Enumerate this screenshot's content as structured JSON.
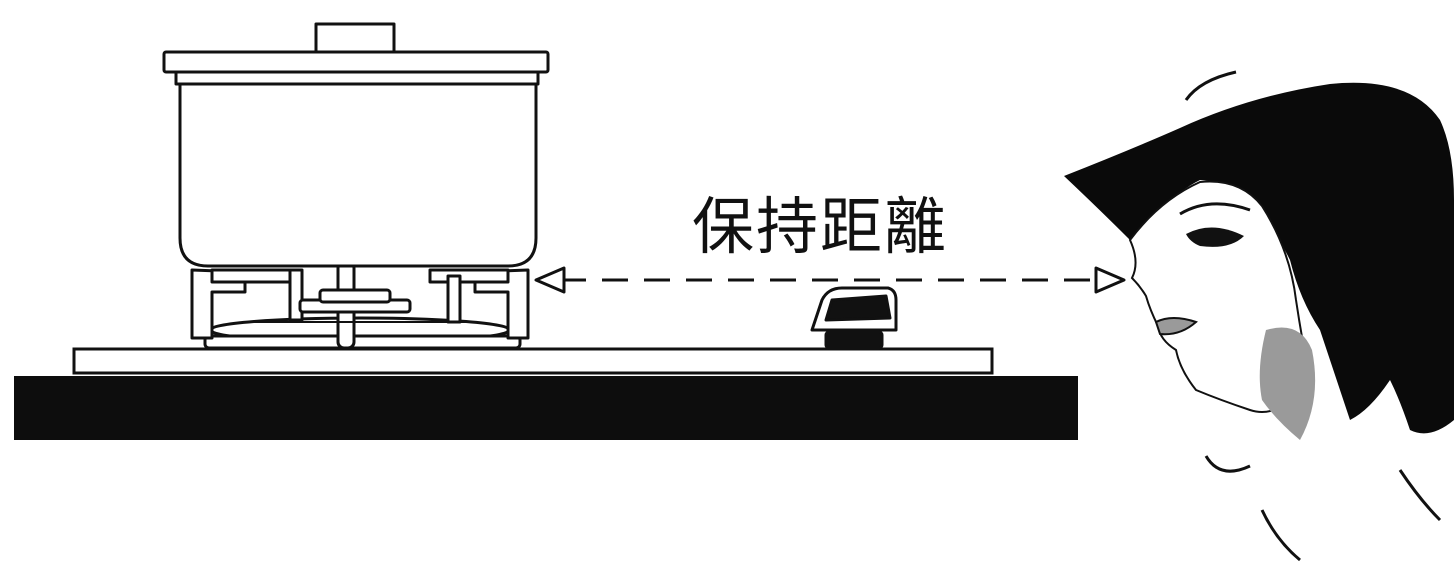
{
  "diagram": {
    "caption": "保持距離",
    "colors": {
      "ink": "#111111",
      "background": "#ffffff",
      "countertop": "#0d0d0d",
      "hair": "#0a0a0a",
      "skin_shadow": "#9a9a9a"
    },
    "nodes": [
      {
        "id": "pot",
        "label": ""
      },
      {
        "id": "gas-burner",
        "label": ""
      },
      {
        "id": "stove-knob",
        "label": ""
      },
      {
        "id": "woman-face",
        "label": ""
      }
    ],
    "edges": [
      {
        "from": "gas-burner",
        "to": "woman-face",
        "style": "dashed",
        "arrows": "both"
      }
    ]
  }
}
